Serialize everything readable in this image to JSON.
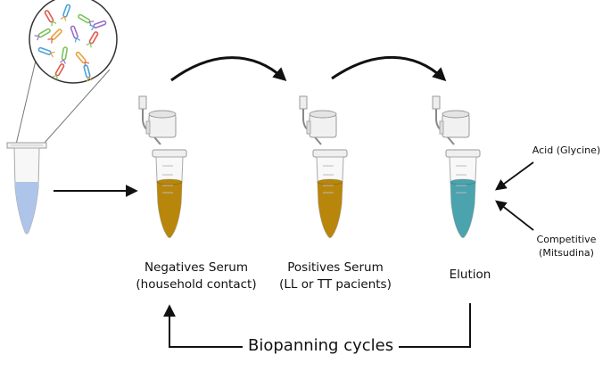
{
  "steps": [
    {
      "id": "negatives",
      "line1": "Negatives Serum",
      "line2": "(household contact)",
      "liquid_color": "#b8860b"
    },
    {
      "id": "positives",
      "line1": "Positives Serum",
      "line2": "(LL or TT pacients)",
      "liquid_color": "#b8860b"
    },
    {
      "id": "elution",
      "line1": "Elution",
      "liquid_color": "#4aa3ad"
    }
  ],
  "library_tube": {
    "liquid_color": "#aec4e8"
  },
  "elution_methods": [
    {
      "line1": "Acid (Glycine)"
    },
    {
      "line1": "Competitive",
      "line2": "(Mitsudina)"
    }
  ],
  "cycle_label": "Biopanning cycles",
  "phage_colors": [
    "#e05a4f",
    "#4aa3d8",
    "#7cc35a",
    "#e8a03a",
    "#9b6fc9"
  ]
}
